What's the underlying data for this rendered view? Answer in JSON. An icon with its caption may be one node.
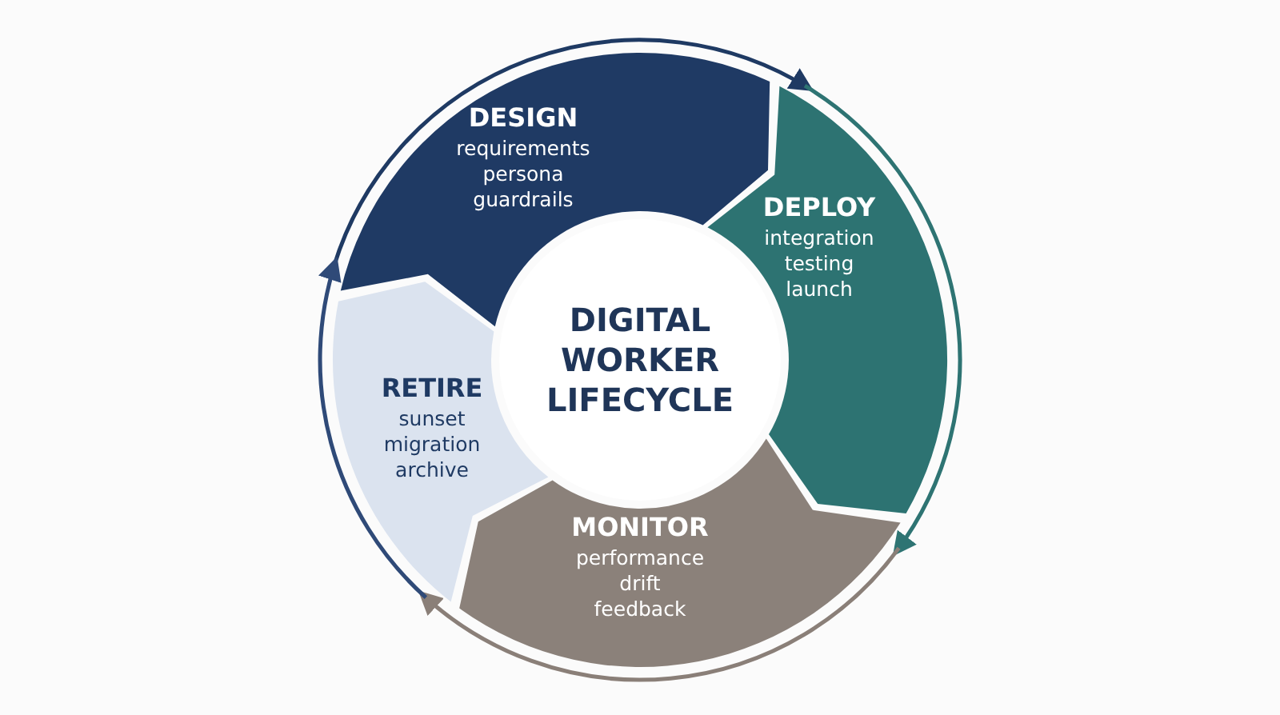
{
  "diagram": {
    "nodes": [
      {
        "text": [
          "DIGITAL WORKER LIFECYCLE"
        ]
      },
      {
        "text": [
          "DESIGN",
          "requirements",
          "persona",
          "guardrails"
        ]
      },
      {
        "text": [
          "DEPLOY",
          "integration",
          "testing",
          "launch"
        ]
      },
      {
        "text": [
          "MONITOR",
          "performance",
          "drift",
          "feedback"
        ]
      },
      {
        "text": [
          "RETIRE",
          "sunset",
          "migration",
          "archive"
        ]
      }
    ],
    "edges": [
      {
        "from": 1,
        "to": 2,
        "arrow": "to",
        "color": "#1f3a63"
      },
      {
        "from": 2,
        "to": 3,
        "arrow": "to",
        "color": "#2e7473"
      },
      {
        "from": 3,
        "to": 4,
        "arrow": "to",
        "color": "#8a7f78"
      },
      {
        "from": 4,
        "to": 1,
        "arrow": "to",
        "color": "#2f4a78"
      }
    ]
  }
}
